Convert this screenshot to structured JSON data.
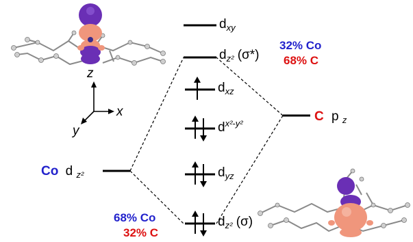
{
  "colors": {
    "cobalt": "#2222cc",
    "carbon": "#dd1111",
    "orbital_purple": "#6a2fb5",
    "orbital_salmon": "#f0967c",
    "molecule_gray": "#8a8a8a"
  },
  "left_level": {
    "element": "Co",
    "orbital": "d",
    "orbital_sub": "z²",
    "composition": {
      "co": "68% Co",
      "c": "32% C"
    }
  },
  "right_level": {
    "element": "C",
    "orbital": "p",
    "orbital_sub": "z"
  },
  "mo_levels": [
    {
      "label": "d",
      "sub": "xy",
      "suffix": "",
      "electrons": 0
    },
    {
      "label": "d",
      "sub": "z²",
      "suffix": " (σ*)",
      "electrons": 0
    },
    {
      "label": "d",
      "sub": "xz",
      "suffix": "",
      "electrons": 1
    },
    {
      "label": "d",
      "sub": "x²-y²",
      "suffix": "",
      "electrons": 2
    },
    {
      "label": "d",
      "sub": "yz",
      "suffix": "",
      "electrons": 2
    },
    {
      "label": "d",
      "sub": "z²",
      "suffix": " (σ)",
      "electrons": 2
    }
  ],
  "antibonding_composition": {
    "co": "32% Co",
    "c": "68% C"
  },
  "axes": {
    "z": "z",
    "x": "x",
    "y": "y"
  },
  "icons": [
    "molecule-orbital-image-top",
    "molecule-orbital-image-bottom",
    "coordinate-axes-icon",
    "electron-arrow-icon"
  ]
}
